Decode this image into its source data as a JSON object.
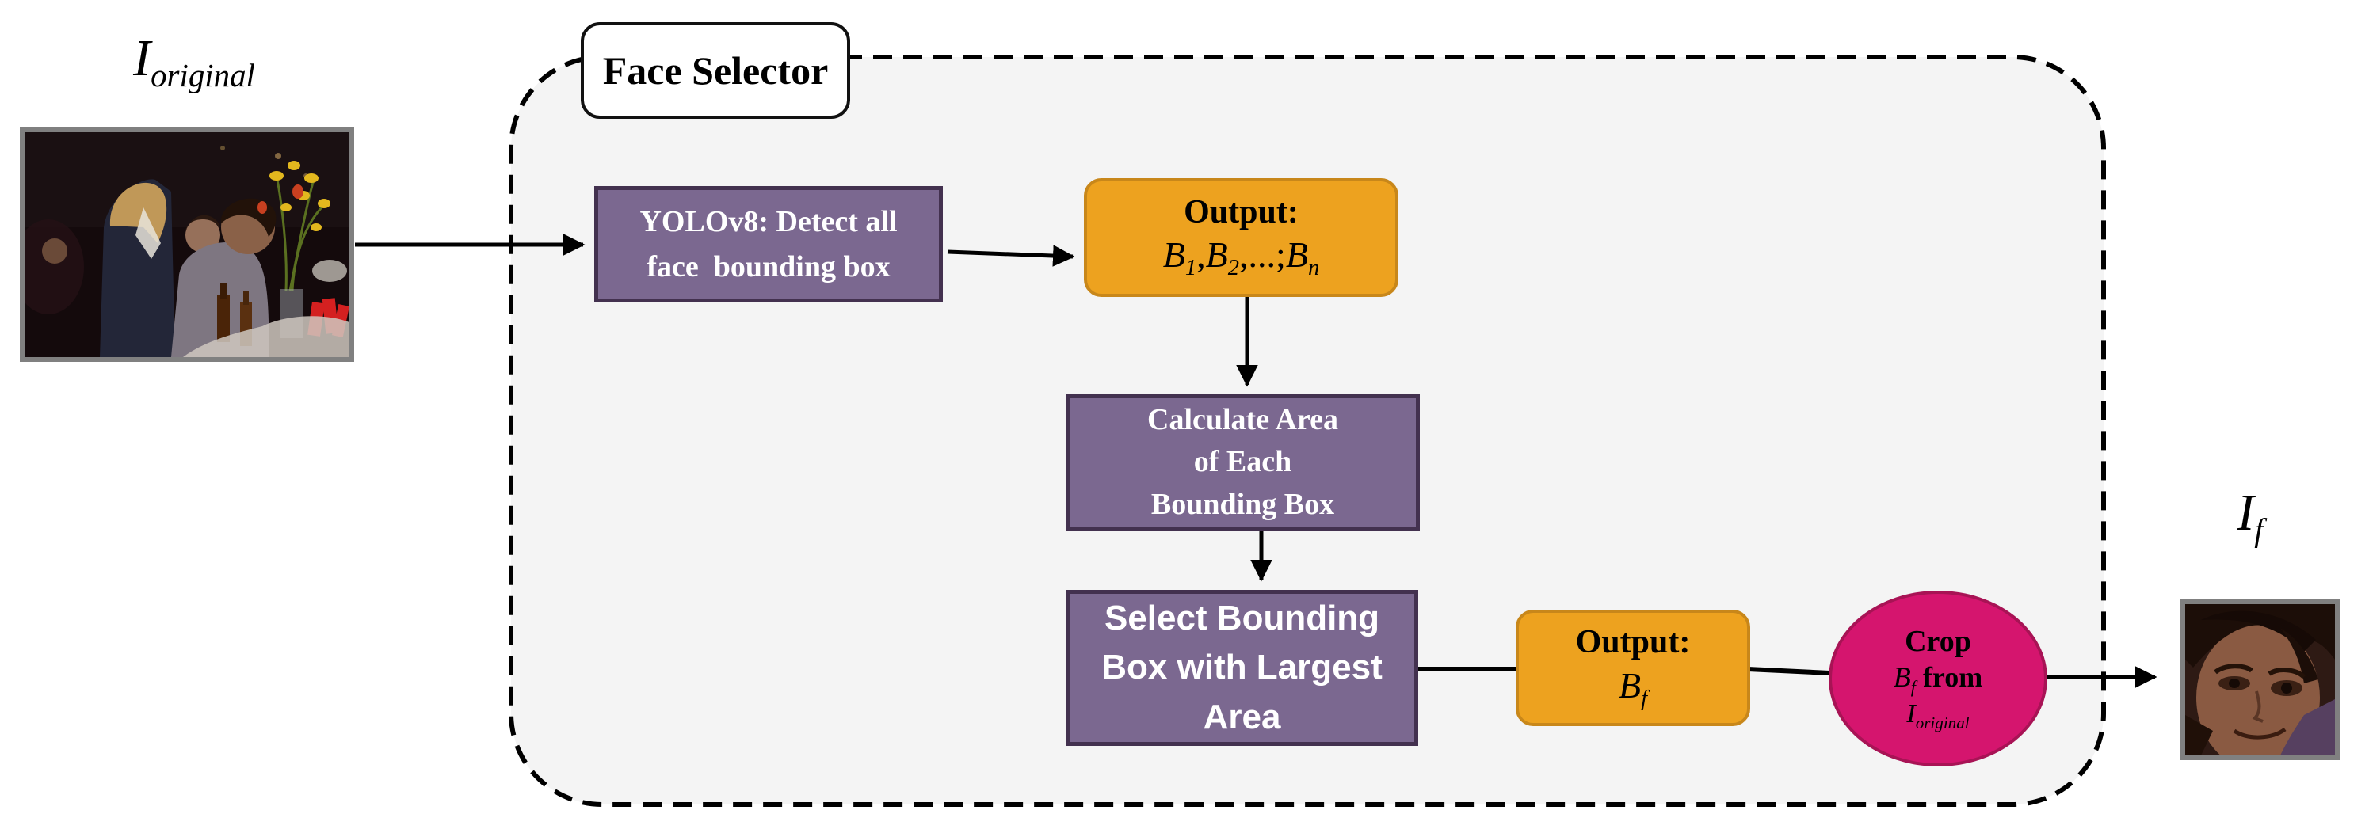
{
  "diagram": {
    "title": "Face Selector",
    "input_label": [
      {
        "t": "i",
        "v": "I"
      },
      {
        "t": "s",
        "v": "original"
      }
    ],
    "output_label": [
      {
        "t": "i",
        "v": "I"
      },
      {
        "t": "s",
        "v": "f"
      }
    ],
    "boxes": {
      "yolo": {
        "lines": [
          "YOLOv8: Detect all",
          "face  bounding box"
        ]
      },
      "output1": {
        "title": "Output:",
        "formula": [
          {
            "t": "i",
            "v": "B"
          },
          {
            "t": "s",
            "v": "1"
          },
          {
            "t": "n",
            "v": ","
          },
          {
            "t": "i",
            "v": "B"
          },
          {
            "t": "s",
            "v": "2"
          },
          {
            "t": "n",
            "v": ",...;"
          },
          {
            "t": "i",
            "v": "B"
          },
          {
            "t": "s",
            "v": "n"
          }
        ]
      },
      "calc": {
        "lines": [
          "Calculate Area",
          "of Each",
          "Bounding Box"
        ]
      },
      "select": {
        "lines": [
          "Select Bounding",
          "Box with Largest",
          "Area"
        ]
      },
      "output2": {
        "title": "Output:",
        "formula": [
          {
            "t": "i",
            "v": "B"
          },
          {
            "t": "s",
            "v": "f"
          }
        ]
      },
      "crop": {
        "line1": "Crop",
        "line2": [
          {
            "t": "i",
            "v": "B"
          },
          {
            "t": "s",
            "v": "f"
          },
          {
            "t": "b",
            "v": " from"
          }
        ],
        "line3": [
          {
            "t": "i",
            "v": "I"
          },
          {
            "t": "s",
            "v": "original"
          }
        ]
      }
    },
    "colors": {
      "purple_fill": "#7b6890",
      "purple_border": "#43314f",
      "orange_fill": "#eda21f",
      "orange_border": "#c8871a",
      "pink_fill": "#d5156e",
      "pink_border": "#a81355",
      "container_fill": "#f4f4f4",
      "container_border": "#000000",
      "arrow": "#000000",
      "photo_border": "#808080"
    }
  }
}
